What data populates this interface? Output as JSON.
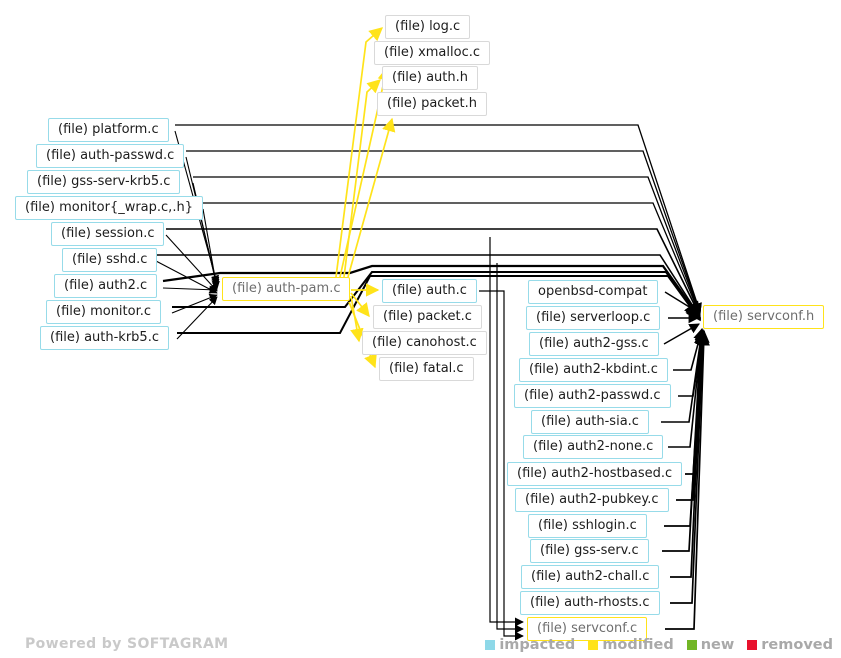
{
  "watermark": "Powered by SOFTAGRAM",
  "legend": [
    {
      "label": "impacted",
      "color": "#8ed8e8"
    },
    {
      "label": "modified",
      "color": "#ffe31a"
    },
    {
      "label": "new",
      "color": "#72b626"
    },
    {
      "label": "removed",
      "color": "#e8112d"
    }
  ],
  "colors": {
    "impacted_border": "#97dbe9",
    "modified_border": "#ffe31a",
    "plain_border": "#d9d9d9",
    "edge_black": "#000000",
    "edge_yellow": "#ffe31a"
  },
  "nodes": [
    {
      "label": "(file) log.c",
      "status": "plain"
    },
    {
      "label": "(file) xmalloc.c",
      "status": "plain"
    },
    {
      "label": "(file) auth.h",
      "status": "plain"
    },
    {
      "label": "(file) packet.h",
      "status": "plain"
    },
    {
      "label": "(file) platform.c",
      "status": "impacted"
    },
    {
      "label": "(file) auth-passwd.c",
      "status": "impacted"
    },
    {
      "label": "(file) gss-serv-krb5.c",
      "status": "impacted"
    },
    {
      "label": "(file) monitor{_wrap.c,.h}",
      "status": "impacted"
    },
    {
      "label": "(file) session.c",
      "status": "impacted"
    },
    {
      "label": "(file) sshd.c",
      "status": "impacted"
    },
    {
      "label": "(file) auth2.c",
      "status": "impacted"
    },
    {
      "label": "(file) monitor.c",
      "status": "impacted"
    },
    {
      "label": "(file) auth-krb5.c",
      "status": "impacted"
    },
    {
      "label": "(file) auth-pam.c",
      "status": "modified"
    },
    {
      "label": "(file) auth.c",
      "status": "impacted"
    },
    {
      "label": "(file) packet.c",
      "status": "plain"
    },
    {
      "label": "(file) canohost.c",
      "status": "plain"
    },
    {
      "label": "(file) fatal.c",
      "status": "plain"
    },
    {
      "label": "openbsd-compat",
      "status": "impacted"
    },
    {
      "label": "(file) serverloop.c",
      "status": "impacted"
    },
    {
      "label": "(file) auth2-gss.c",
      "status": "impacted"
    },
    {
      "label": "(file) auth2-kbdint.c",
      "status": "impacted"
    },
    {
      "label": "(file) auth2-passwd.c",
      "status": "impacted"
    },
    {
      "label": "(file) auth-sia.c",
      "status": "impacted"
    },
    {
      "label": "(file) auth2-none.c",
      "status": "impacted"
    },
    {
      "label": "(file) auth2-hostbased.c",
      "status": "impacted"
    },
    {
      "label": "(file) auth2-pubkey.c",
      "status": "impacted"
    },
    {
      "label": "(file) sshlogin.c",
      "status": "impacted"
    },
    {
      "label": "(file) gss-serv.c",
      "status": "impacted"
    },
    {
      "label": "(file) auth2-chall.c",
      "status": "impacted"
    },
    {
      "label": "(file) auth-rhosts.c",
      "status": "impacted"
    },
    {
      "label": "(file) servconf.c",
      "status": "modified"
    },
    {
      "label": "(file) servconf.h",
      "status": "modified"
    }
  ],
  "edges": {
    "yellow_from_auth_pam_to": [
      "log.c",
      "xmalloc.c",
      "auth.h",
      "packet.h",
      "auth.c",
      "packet.c",
      "canohost.c",
      "fatal.c"
    ],
    "black_into_auth_pam_from": [
      "platform.c",
      "auth-passwd.c",
      "gss-serv-krb5.c",
      "monitor{_wrap.c,.h}",
      "session.c",
      "sshd.c",
      "auth2.c",
      "monitor.c",
      "auth-krb5.c"
    ],
    "black_into_servconf_h_from": [
      "platform.c",
      "auth-passwd.c",
      "gss-serv-krb5.c",
      "monitor{_wrap.c,.h}",
      "session.c",
      "sshd.c",
      "auth2.c",
      "monitor.c",
      "auth-krb5.c",
      "openbsd-compat",
      "serverloop.c",
      "auth2-gss.c",
      "auth2-kbdint.c",
      "auth2-passwd.c",
      "auth-sia.c",
      "auth2-none.c",
      "auth2-hostbased.c",
      "auth2-pubkey.c",
      "sshlogin.c",
      "gss-serv.c",
      "auth2-chall.c",
      "auth-rhosts.c",
      "servconf.c"
    ],
    "black_into_servconf_c_count": 3
  }
}
